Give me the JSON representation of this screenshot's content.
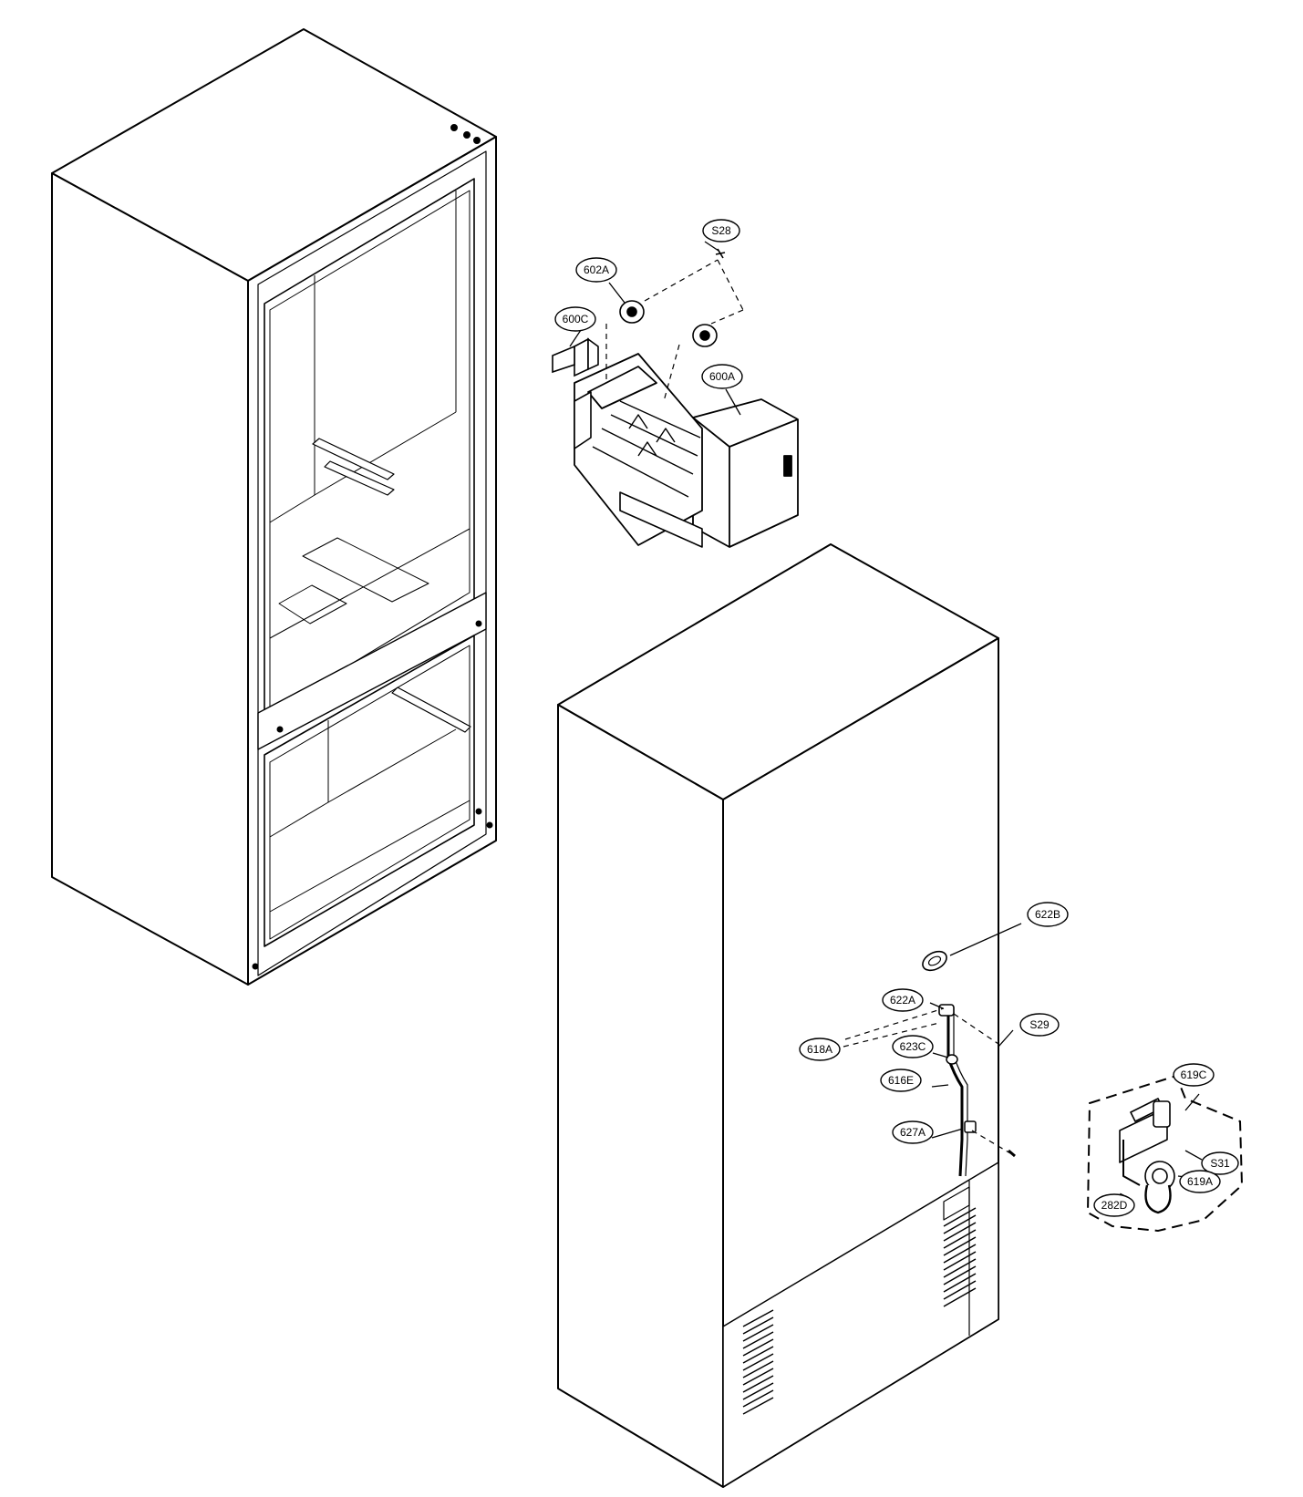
{
  "diagram": {
    "labels": {
      "s28": "S28",
      "p602a": "602A",
      "p600c": "600C",
      "p600a": "600A",
      "p622b": "622B",
      "p622a": "622A",
      "s29": "S29",
      "p618a": "618A",
      "p623c": "623C",
      "p616e": "616E",
      "p627a": "627A",
      "p619c": "619C",
      "s31": "S31",
      "p619a": "619A",
      "p282d": "282D"
    }
  }
}
